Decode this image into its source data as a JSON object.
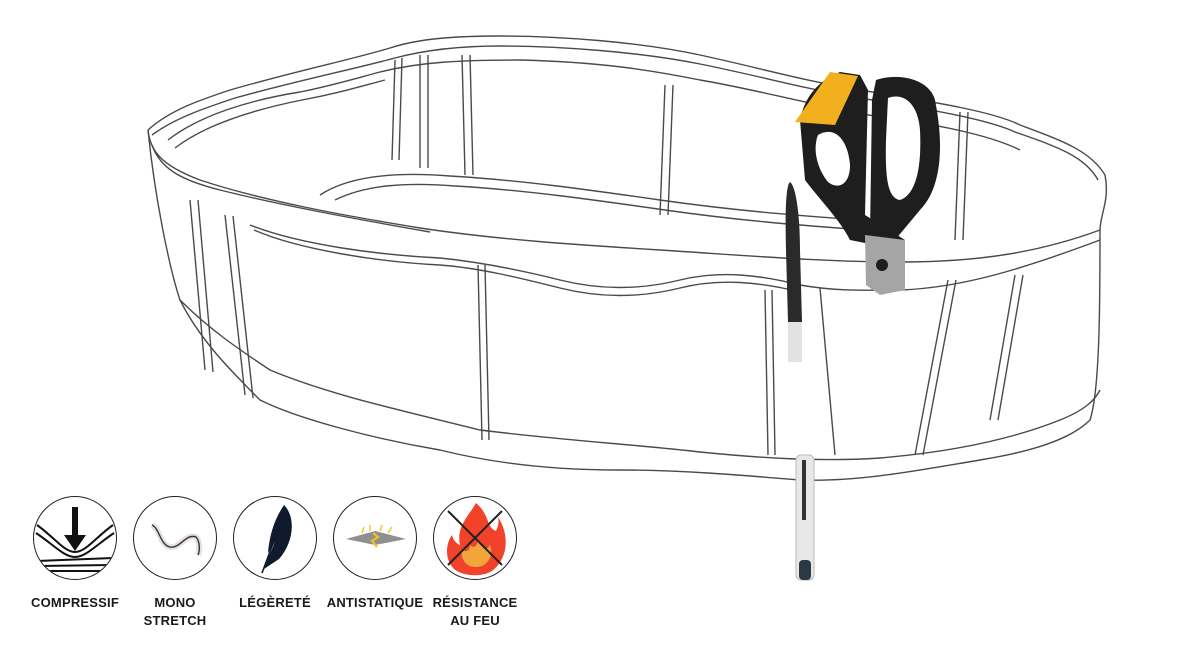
{
  "product": {
    "illustration": "belt-line-drawing-with-scissors-and-pen",
    "line_color": "#4a4a4a",
    "scissors_colors": {
      "handle": "#1e1e1e",
      "accent": "#f2b01e",
      "blade": "#9a9a9a"
    }
  },
  "features": [
    {
      "icon": "compress-arrow-icon",
      "label": "COMPRESSIF"
    },
    {
      "icon": "stretch-curve-icon",
      "label": "MONO\nSTRETCH"
    },
    {
      "icon": "feather-icon",
      "label": "LÉGÈRETÉ"
    },
    {
      "icon": "static-spark-icon",
      "label": "ANTISTATIQUE"
    },
    {
      "icon": "no-fire-icon",
      "label": "RÉSISTANCE\nAU FEU"
    }
  ]
}
